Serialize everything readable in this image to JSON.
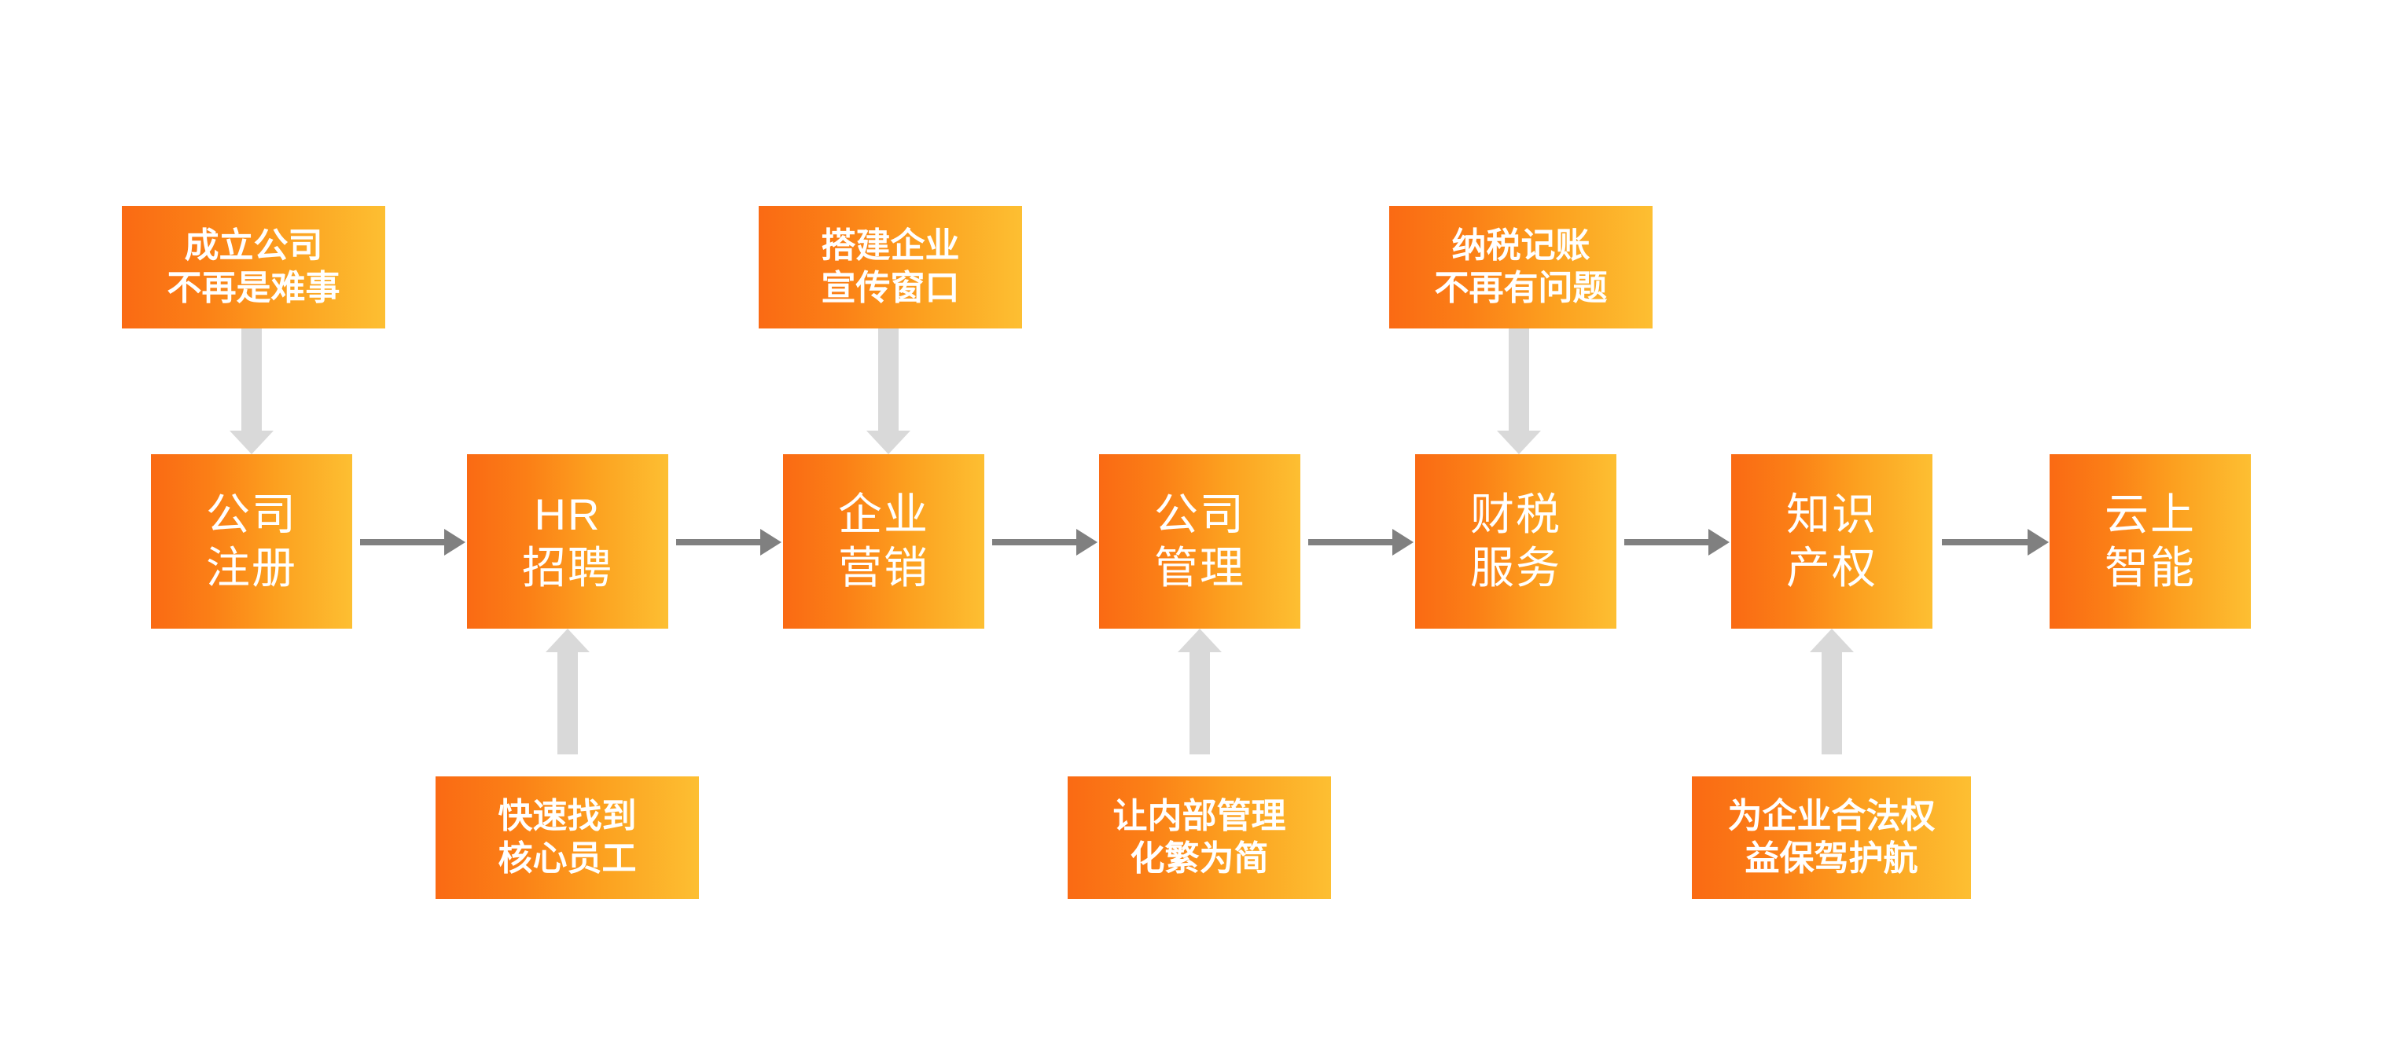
{
  "diagram": {
    "type": "horizontal-process-flow",
    "title": "",
    "background_color": "#ffffff",
    "palette": {
      "card_gradient_start": "#fa6a14",
      "card_gradient_end": "#fdbf32",
      "card_text": "#ffffff",
      "flow_arrow": "#808080",
      "callout_arrow": "#d9d9d9"
    },
    "nodes": [
      {
        "id": "node-1",
        "line1": "公司",
        "line2": "注册"
      },
      {
        "id": "node-2",
        "line1": "HR",
        "line2": "招聘"
      },
      {
        "id": "node-3",
        "line1": "企业",
        "line2": "营销"
      },
      {
        "id": "node-4",
        "line1": "公司",
        "line2": "管理"
      },
      {
        "id": "node-5",
        "line1": "财税",
        "line2": "服务"
      },
      {
        "id": "node-6",
        "line1": "知识",
        "line2": "产权"
      },
      {
        "id": "node-7",
        "line1": "云上",
        "line2": "智能"
      }
    ],
    "callouts_top": [
      {
        "id": "callout-top-1",
        "target": "node-1",
        "line1": "成立公司",
        "line2": "不再是难事"
      },
      {
        "id": "callout-top-2",
        "target": "node-3",
        "line1": "搭建企业",
        "line2": "宣传窗口"
      },
      {
        "id": "callout-top-3",
        "target": "node-5",
        "line1": "纳税记账",
        "line2": "不再有问题"
      }
    ],
    "callouts_bottom": [
      {
        "id": "callout-bottom-1",
        "target": "node-2",
        "line1": "快速找到",
        "line2": "核心员工"
      },
      {
        "id": "callout-bottom-2",
        "target": "node-4",
        "line1": "让内部管理",
        "line2": "化繁为简"
      },
      {
        "id": "callout-bottom-3",
        "target": "node-6",
        "line1": "为企业合法权",
        "line2": "益保驾护航"
      }
    ],
    "flow_arrows": [
      {
        "id": "flow-arrow-1-2",
        "from": "node-1",
        "to": "node-2"
      },
      {
        "id": "flow-arrow-2-3",
        "from": "node-2",
        "to": "node-3"
      },
      {
        "id": "flow-arrow-3-4",
        "from": "node-3",
        "to": "node-4"
      },
      {
        "id": "flow-arrow-4-5",
        "from": "node-4",
        "to": "node-5"
      },
      {
        "id": "flow-arrow-5-6",
        "from": "node-5",
        "to": "node-6"
      },
      {
        "id": "flow-arrow-6-7",
        "from": "node-6",
        "to": "node-7"
      }
    ],
    "callout_arrows": [
      {
        "id": "callout-arrow-top-1",
        "direction": "down"
      },
      {
        "id": "callout-arrow-top-2",
        "direction": "down"
      },
      {
        "id": "callout-arrow-top-3",
        "direction": "down"
      },
      {
        "id": "callout-arrow-bottom-1",
        "direction": "up"
      },
      {
        "id": "callout-arrow-bottom-2",
        "direction": "up"
      },
      {
        "id": "callout-arrow-bottom-3",
        "direction": "up"
      }
    ]
  }
}
